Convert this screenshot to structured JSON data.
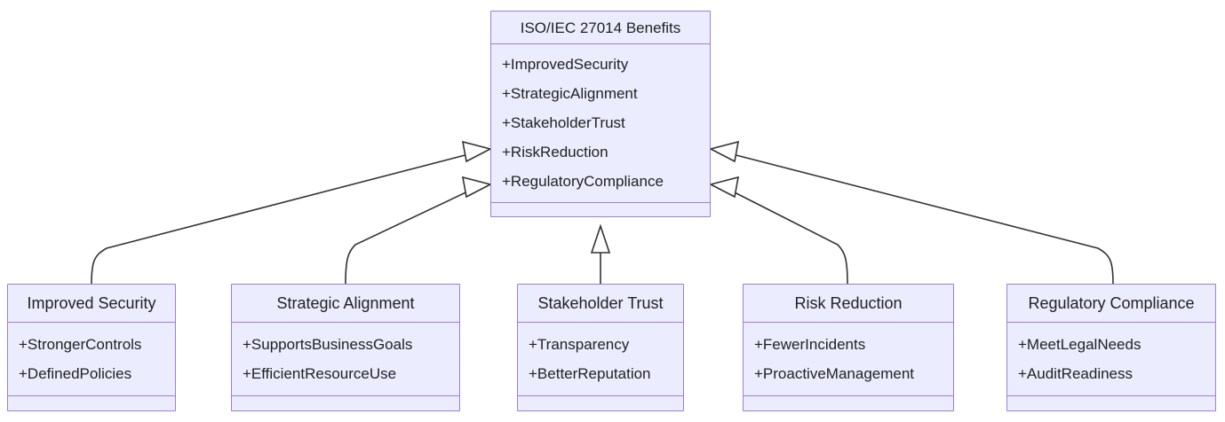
{
  "diagram": {
    "type": "uml-class-diagram",
    "title": "ISO/IEC 27014 Benefits",
    "relationship": "generalization",
    "colors": {
      "node_border": "#9d7ddb",
      "node_fill": "#ececff",
      "edge": "#333333",
      "text": "#222222",
      "background": "#ffffff"
    },
    "parent": {
      "name": "ISO/IEC 27014 Benefits",
      "attributes": [
        "+ImprovedSecurity",
        "+StrategicAlignment",
        "+StakeholderTrust",
        "+RiskReduction",
        "+RegulatoryCompliance"
      ],
      "methods": []
    },
    "children": [
      {
        "name": "Improved Security",
        "attributes": [
          "+StrongerControls",
          "+DefinedPolicies"
        ],
        "methods": []
      },
      {
        "name": "Strategic Alignment",
        "attributes": [
          "+SupportsBusinessGoals",
          "+EfficientResourceUse"
        ],
        "methods": []
      },
      {
        "name": "Stakeholder Trust",
        "attributes": [
          "+Transparency",
          "+BetterReputation"
        ],
        "methods": []
      },
      {
        "name": "Risk Reduction",
        "attributes": [
          "+FewerIncidents",
          "+ProactiveManagement"
        ],
        "methods": []
      },
      {
        "name": "Regulatory Compliance",
        "attributes": [
          "+MeetLegalNeeds",
          "+AuditReadiness"
        ],
        "methods": []
      }
    ],
    "edges": [
      {
        "from": "Improved Security",
        "to": "ISO/IEC 27014 Benefits",
        "arrow": "hollow-triangle"
      },
      {
        "from": "Strategic Alignment",
        "to": "ISO/IEC 27014 Benefits",
        "arrow": "hollow-triangle"
      },
      {
        "from": "Stakeholder Trust",
        "to": "ISO/IEC 27014 Benefits",
        "arrow": "hollow-triangle"
      },
      {
        "from": "Risk Reduction",
        "to": "ISO/IEC 27014 Benefits",
        "arrow": "hollow-triangle"
      },
      {
        "from": "Regulatory Compliance",
        "to": "ISO/IEC 27014 Benefits",
        "arrow": "hollow-triangle"
      }
    ]
  }
}
